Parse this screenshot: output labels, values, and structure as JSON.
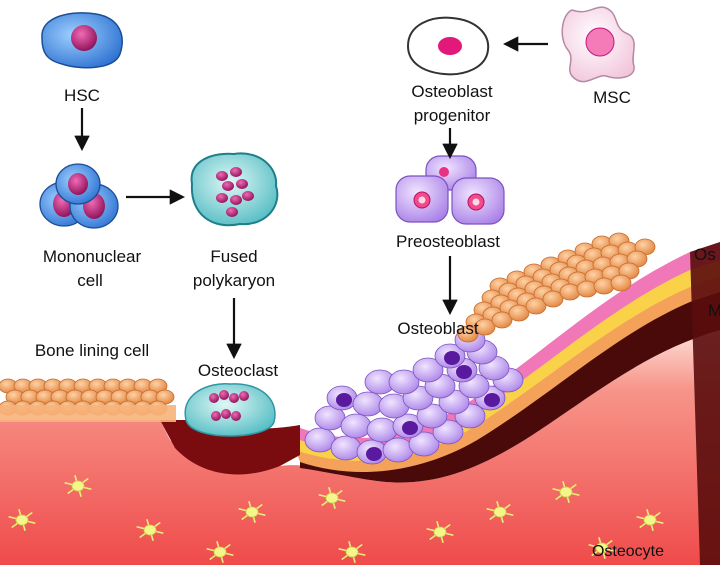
{
  "labels": {
    "hsc": "HSC",
    "mononuclear_line1": "Mononuclear",
    "mononuclear_line2": "cell",
    "fused_line1": "Fused",
    "fused_line2": "polykaryon",
    "osteoclast": "Osteoclast",
    "bone_lining": "Bone lining cell",
    "msc": "MSC",
    "progenitor_line1": "Osteoblast",
    "progenitor_line2": "progenitor",
    "preosteoblast": "Preosteoblast",
    "osteoblast": "Osteoblast",
    "osteocyte": "Osteocyte",
    "edge_top_right": "Os",
    "edge_mid_right": "M"
  },
  "colors": {
    "bone": "#f25a5a",
    "bone_light": "#fbc7c0",
    "osteoid_pink": "#f078b8",
    "osteoid_yellow": "#f9d24a",
    "osteoid_orange": "#f4a15a",
    "mineral_dark": "#4a0a0a",
    "lining_cell": "#f6a86a",
    "osteoblast_cell": "#c6a2f2",
    "nucleus_purple": "#5a1aa0",
    "osteoclast_teal": "#7fd6d6",
    "hsc_blue": "#3a8de0",
    "nucleus_magenta": "#c2187a",
    "osteocyte_green": "#e9f07a"
  }
}
